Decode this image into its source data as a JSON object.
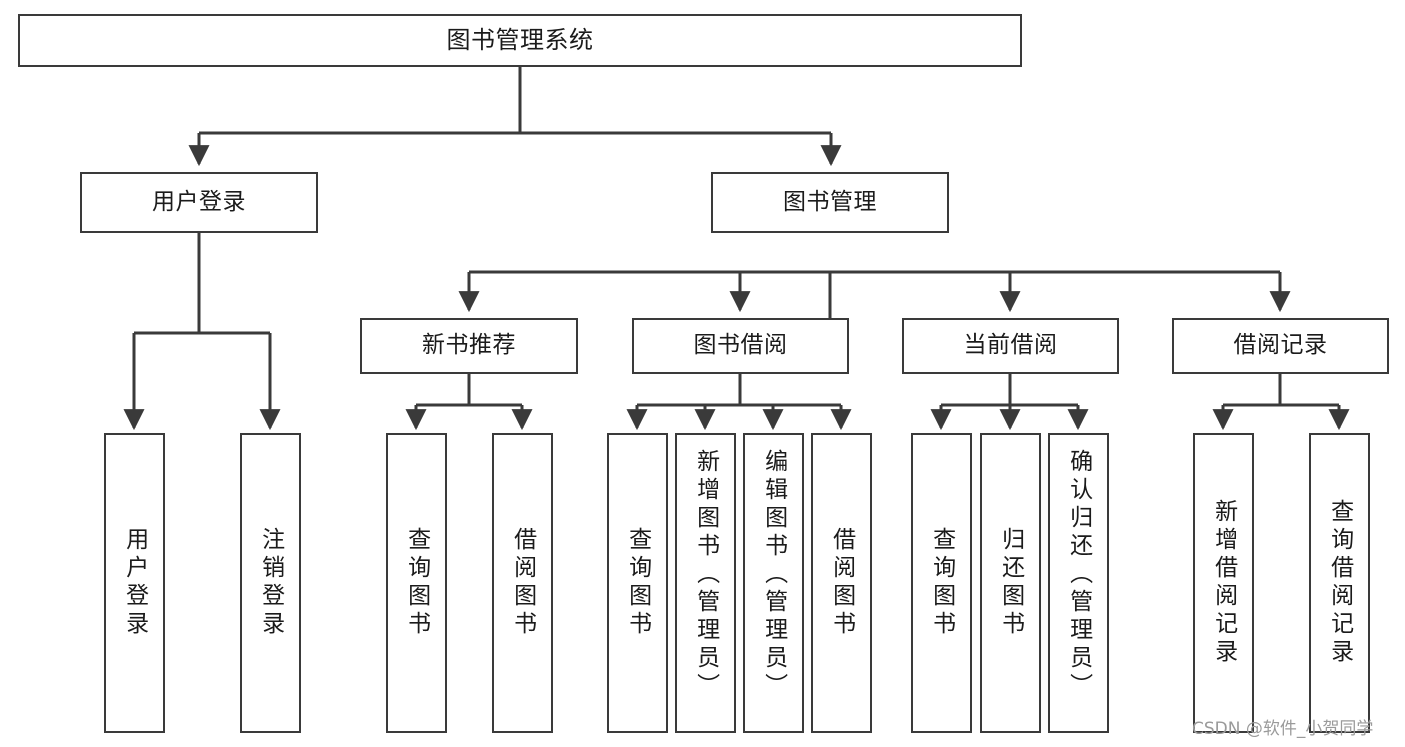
{
  "diagram": {
    "type": "hierarchy-tree",
    "title": "图书管理系统",
    "stroke_color": "#3a3a3a",
    "fill_color": "#ffffff",
    "text_color": "#1b1b1b",
    "levels": 4
  },
  "nodes": {
    "root": {
      "label": "图书管理系统"
    },
    "level2": [
      {
        "label": "用户登录"
      },
      {
        "label": "图书管理"
      }
    ],
    "level3": [
      {
        "label": "新书推荐"
      },
      {
        "label": "图书借阅"
      },
      {
        "label": "当前借阅"
      },
      {
        "label": "借阅记录"
      }
    ],
    "leaves_user_login": [
      {
        "label": "用户登录"
      },
      {
        "label": "注销登录"
      }
    ],
    "leaves_new_book": [
      {
        "label": "查询图书"
      },
      {
        "label": "借阅图书"
      }
    ],
    "leaves_borrow": [
      {
        "label": "查询图书"
      },
      {
        "label": "新增图书（管理员）"
      },
      {
        "label": "编辑图书（管理员）"
      },
      {
        "label": "借阅图书"
      }
    ],
    "leaves_current": [
      {
        "label": "查询图书"
      },
      {
        "label": "归还图书"
      },
      {
        "label": "确认归还（管理员）"
      }
    ],
    "leaves_records": [
      {
        "label": "新增借阅记录"
      },
      {
        "label": "查询借阅记录"
      }
    ]
  },
  "watermark": {
    "text": "CSDN @软件_小贺同学"
  }
}
